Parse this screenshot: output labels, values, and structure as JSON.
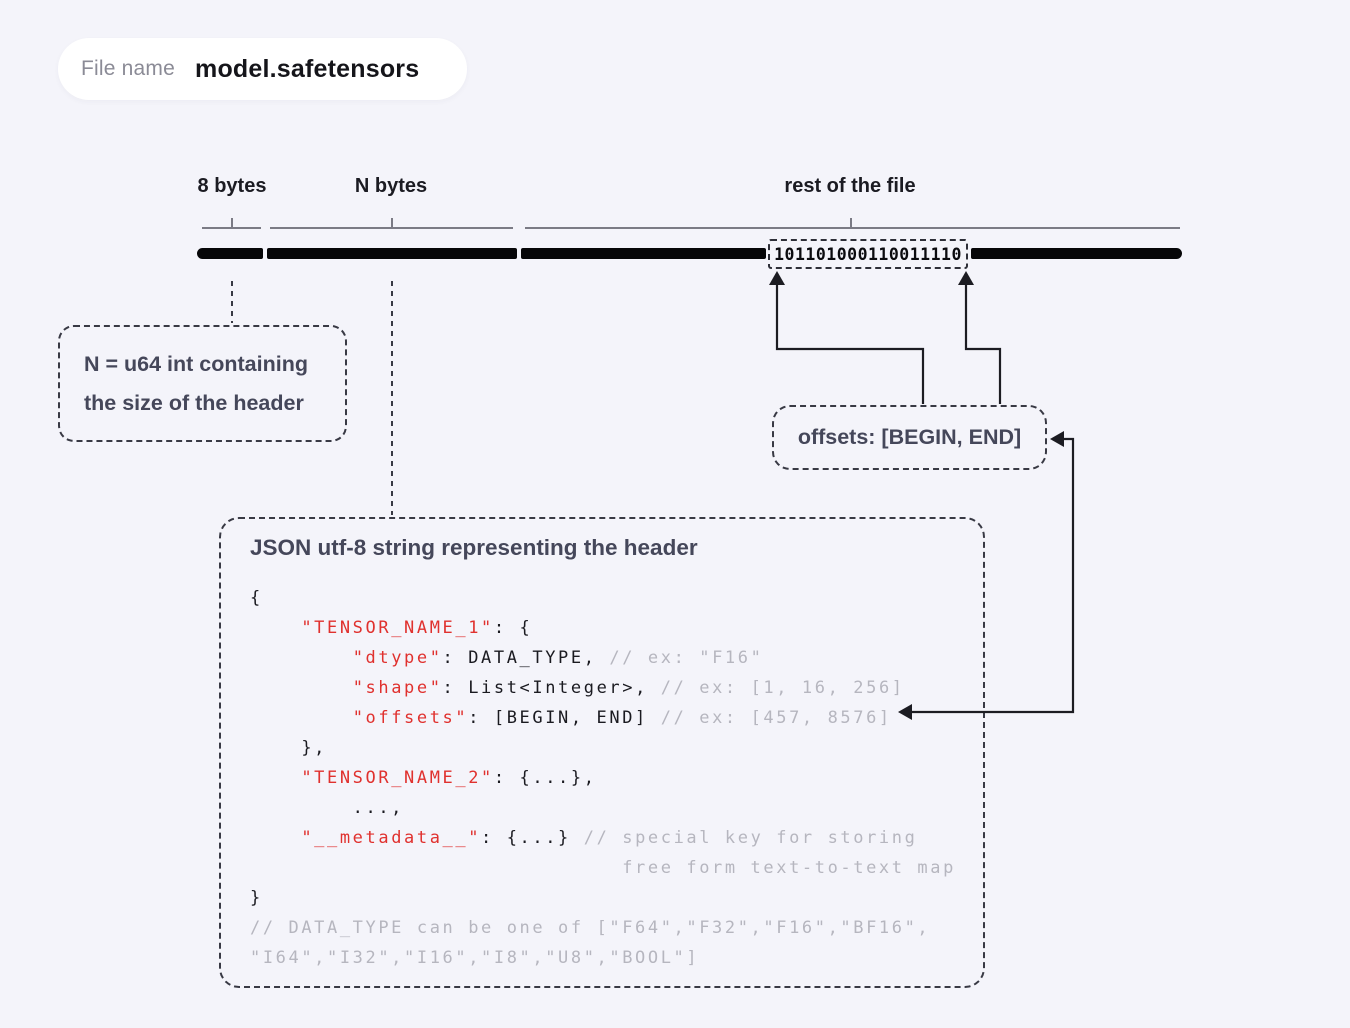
{
  "file_pill": {
    "label": "File name",
    "value": "model.safetensors"
  },
  "diagram": {
    "segments": [
      {
        "label": "8 bytes"
      },
      {
        "label": "N bytes"
      },
      {
        "label": "rest of the file"
      }
    ],
    "binary_string": "101101000110011110"
  },
  "callouts": {
    "n_box": {
      "line1": "N = u64 int containing",
      "line2": "the size of the header"
    },
    "offsets_box": {
      "text": "offsets: [BEGIN, END]"
    },
    "json_box": {
      "title": "JSON utf-8 string representing the header",
      "code_lines": [
        [
          {
            "t": "{",
            "c": "dark"
          }
        ],
        [
          {
            "t": "    ",
            "c": "dark"
          },
          {
            "t": "\"TENSOR_NAME_1\"",
            "c": "red"
          },
          {
            "t": ": {",
            "c": "dark"
          }
        ],
        [
          {
            "t": "        ",
            "c": "dark"
          },
          {
            "t": "\"dtype\"",
            "c": "red"
          },
          {
            "t": ": DATA_TYPE, ",
            "c": "dark"
          },
          {
            "t": "// ex: \"F16\"",
            "c": "gray"
          }
        ],
        [
          {
            "t": "        ",
            "c": "dark"
          },
          {
            "t": "\"shape\"",
            "c": "red"
          },
          {
            "t": ": List<Integer>, ",
            "c": "dark"
          },
          {
            "t": "// ex: [1, 16, 256]",
            "c": "gray"
          }
        ],
        [
          {
            "t": "        ",
            "c": "dark"
          },
          {
            "t": "\"offsets\"",
            "c": "red"
          },
          {
            "t": ": [BEGIN, END] ",
            "c": "dark"
          },
          {
            "t": "// ex: [457, 8576]",
            "c": "gray"
          }
        ],
        [
          {
            "t": "    },",
            "c": "dark"
          }
        ],
        [
          {
            "t": "    ",
            "c": "dark"
          },
          {
            "t": "\"TENSOR_NAME_2\"",
            "c": "red"
          },
          {
            "t": ": {...},",
            "c": "dark"
          }
        ],
        [
          {
            "t": "        ...,",
            "c": "dark"
          }
        ],
        [
          {
            "t": "    ",
            "c": "dark"
          },
          {
            "t": "\"__metadata__\"",
            "c": "red"
          },
          {
            "t": ": {...} ",
            "c": "dark"
          },
          {
            "t": "// special key for storing",
            "c": "gray"
          }
        ],
        [
          {
            "t": "                             free form text-to-text map",
            "c": "gray"
          }
        ],
        [
          {
            "t": "}",
            "c": "dark"
          }
        ],
        [
          {
            "t": "// DATA_TYPE can be one of [\"F64\",\"F32\",\"F16\",\"BF16\",",
            "c": "gray"
          }
        ],
        [
          {
            "t": "\"I64\",\"I32\",\"I16\",\"I8\",\"U8\",\"BOOL\"]",
            "c": "gray"
          }
        ]
      ]
    }
  },
  "colors": {
    "background": "#f4f4fa",
    "bar": "#060608",
    "bracket": "#7b7b85",
    "dashed_border": "#383944",
    "callout_text": "#45475a",
    "code_default": "#1a1a20",
    "code_key_red": "#e0312e",
    "code_comment_gray": "#b6b6bf",
    "pill_bg": "#ffffff",
    "pill_label_gray": "#8b8b96",
    "pill_value_dark": "#15151a"
  }
}
